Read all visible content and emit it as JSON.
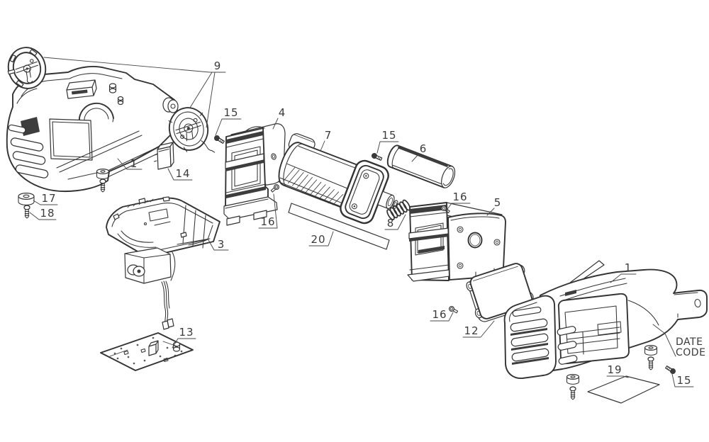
{
  "diagram": {
    "kind": "exploded-parts-diagram",
    "colors": {
      "background": "#ffffff",
      "line": "#333333",
      "accent_dark": "#3d3d3d",
      "label_text": "#3a3a3a"
    },
    "callouts": [
      {
        "label": "1",
        "part": "left-housing-half"
      },
      {
        "label": "9",
        "part": "end-caps"
      },
      {
        "label": "14",
        "part": "terminal-block"
      },
      {
        "label": "17",
        "part": "foot-pad"
      },
      {
        "label": "18",
        "part": "foot-pad-screw"
      },
      {
        "label": "3",
        "part": "base-assembly"
      },
      {
        "label": "13",
        "part": "circuit-board"
      },
      {
        "label": "15",
        "part": "screw-front-bracket"
      },
      {
        "label": "4",
        "part": "front-bracket"
      },
      {
        "label": "16",
        "part": "screw-front-bracket-lower"
      },
      {
        "label": "7",
        "part": "motor"
      },
      {
        "label": "20",
        "part": "center-label-plate"
      },
      {
        "label": "15",
        "part": "screw-motor"
      },
      {
        "label": "6",
        "part": "tube"
      },
      {
        "label": "8",
        "part": "spring"
      },
      {
        "label": "16",
        "part": "screw-rear-bracket"
      },
      {
        "label": "5",
        "part": "rear-bracket"
      },
      {
        "label": "16",
        "part": "screw-cover-panel"
      },
      {
        "label": "12",
        "part": "cover-panel"
      },
      {
        "label": "1",
        "part": "right-housing-half"
      },
      {
        "label": "19",
        "part": "right-label-plate"
      },
      {
        "label": "15",
        "part": "screw-right-housing"
      }
    ],
    "date_code": {
      "line1": "DATE",
      "line2": "CODE"
    }
  }
}
